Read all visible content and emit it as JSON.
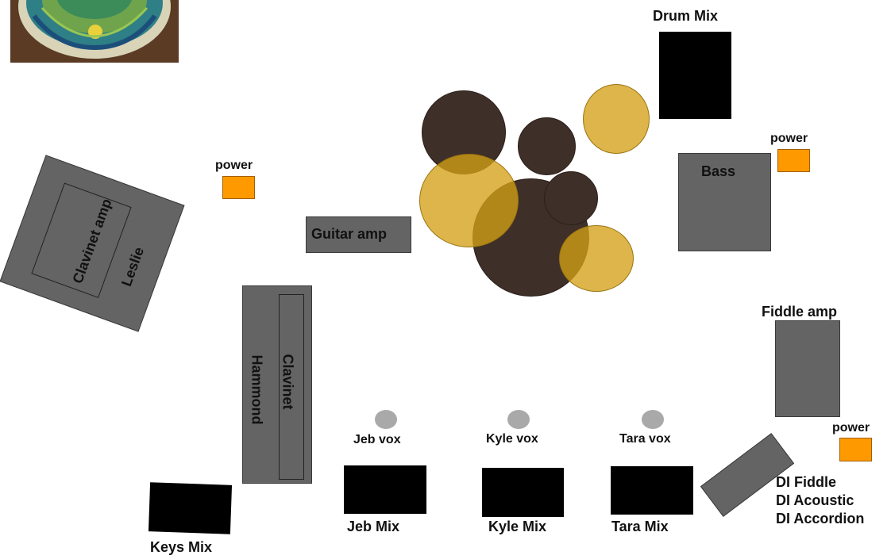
{
  "labels": {
    "drum_mix": "Drum Mix",
    "power_left": "power",
    "power_right_top": "power",
    "power_right_bottom": "power",
    "bass": "Bass",
    "guitar_amp": "Guitar amp",
    "clavinet_amp": "Clavinet amp",
    "leslie": "Leslie",
    "hammond": "Hammond",
    "clavinet": "Clavinet",
    "fiddle_amp": "Fiddle amp",
    "jeb_vox": "Jeb vox",
    "kyle_vox": "Kyle vox",
    "tara_vox": "Tara vox",
    "jeb_mix": "Jeb Mix",
    "kyle_mix": "Kyle Mix",
    "tara_mix": "Tara Mix",
    "keys_mix": "Keys Mix",
    "di_fiddle": "DI Fiddle",
    "di_acoustic": "DI Acoustic",
    "di_accordion": "DI Accordion"
  },
  "colors": {
    "amp_gray": "#646464",
    "monitor_black": "#000000",
    "power_orange": "#ff9900",
    "drum_shell": "#3e2f28",
    "cymbal_gold": "#d4a017",
    "mic_gray": "#a9a9a9"
  },
  "icons": {
    "logo": "band-logo-badge"
  }
}
